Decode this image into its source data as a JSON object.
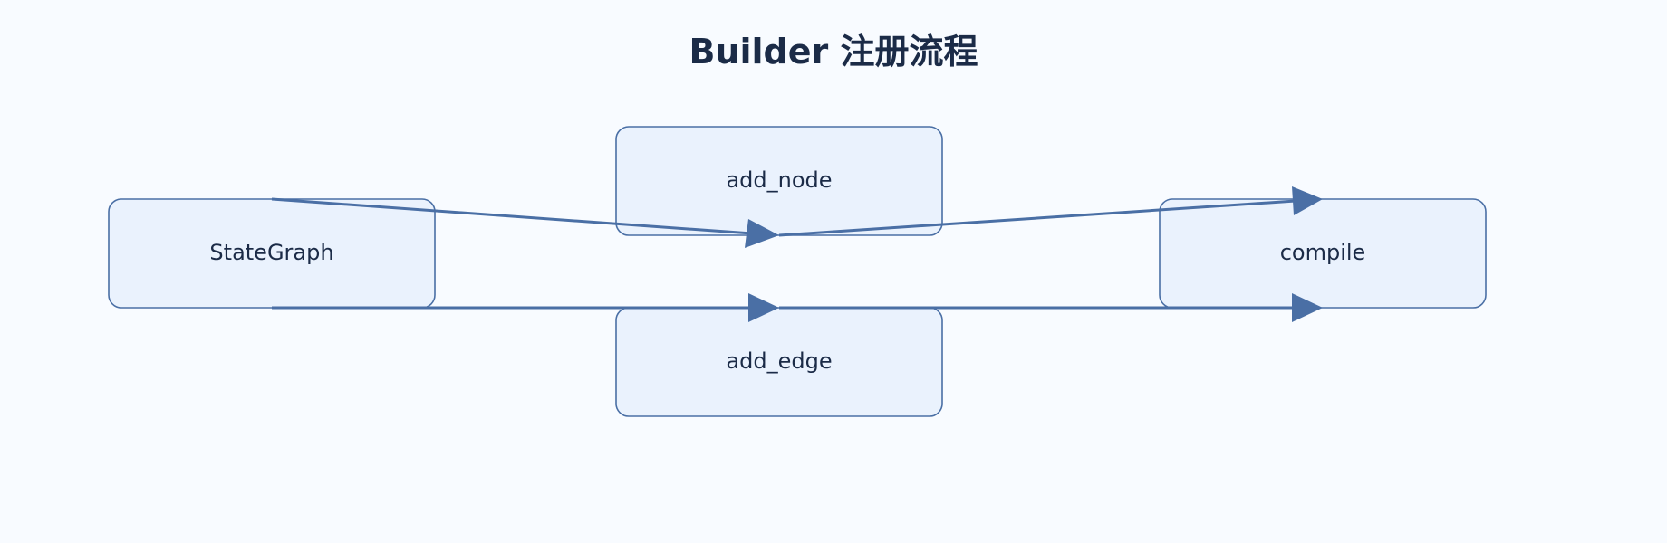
{
  "title": "Builder 注册流程",
  "nodes": {
    "stategraph": "StateGraph",
    "add_node": "add_node",
    "add_edge": "add_edge",
    "compile": "compile"
  },
  "edges": [
    {
      "from": "StateGraph",
      "to": "add_node"
    },
    {
      "from": "add_node",
      "to": "compile"
    },
    {
      "from": "StateGraph",
      "to": "add_edge"
    },
    {
      "from": "add_edge",
      "to": "compile"
    }
  ],
  "colors": {
    "background": "#f8fbff",
    "node_fill": "#eaf2fd",
    "node_stroke": "#4a6fa5",
    "edge": "#4a6fa5",
    "text": "#1b2b47"
  }
}
